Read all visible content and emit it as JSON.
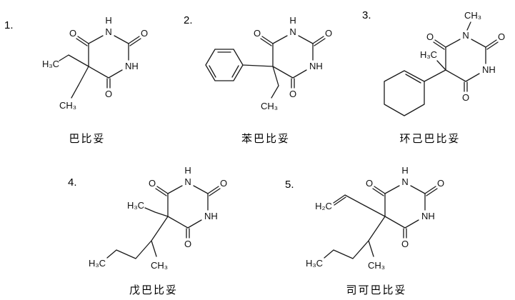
{
  "molecules": [
    {
      "number": "1.",
      "name": "巴比妥",
      "labels": {
        "h_top": "H",
        "n_top": "N",
        "o_left": "O",
        "o_right": "O",
        "nh_right": "NH",
        "o_bottom": "O",
        "ethyl_up_end": "H₃C",
        "ethyl_down_end": "CH₃"
      }
    },
    {
      "number": "2.",
      "name": "苯巴比妥",
      "labels": {
        "h_top": "H",
        "n_top": "N",
        "o_left": "O",
        "o_right": "O",
        "nh_right": "NH",
        "o_bottom": "O",
        "ethyl_end": "CH₃"
      }
    },
    {
      "number": "3.",
      "name": "环己巴比妥",
      "labels": {
        "n_top": "N",
        "n_methyl": "CH₃",
        "o_left": "O",
        "o_right": "O",
        "nh_right": "NH",
        "o_bottom": "O",
        "c5_methyl": "H₃C"
      }
    },
    {
      "number": "4.",
      "name": "戊巴比妥",
      "labels": {
        "h_top": "H",
        "n_top": "N",
        "o_left": "O",
        "o_right": "O",
        "nh_right": "NH",
        "o_bottom": "O",
        "ethyl_end": "H₃C",
        "branch_methyl": "CH₃",
        "chain_end": "H₃C"
      }
    },
    {
      "number": "5.",
      "name": "司可巴比妥",
      "labels": {
        "h_top": "H",
        "n_top": "N",
        "o_left": "O",
        "o_right": "O",
        "nh_right": "NH",
        "o_bottom": "O",
        "allyl_end": "H₂C",
        "branch_methyl": "CH₃",
        "chain_end": "H₃C"
      }
    }
  ]
}
